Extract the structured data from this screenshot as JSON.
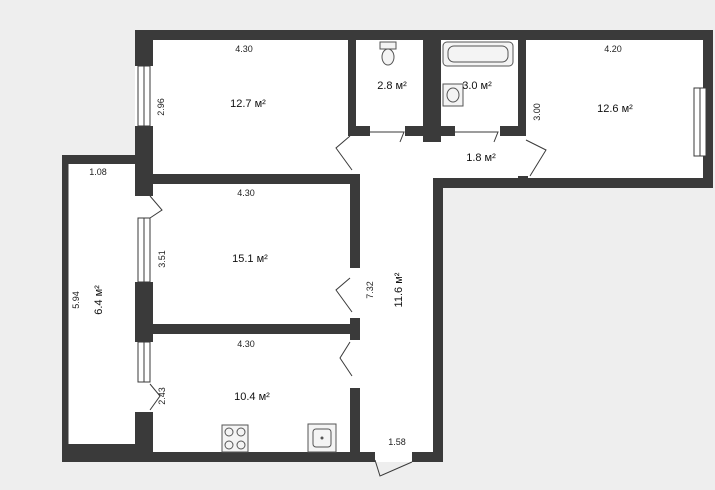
{
  "plan": {
    "rooms": [
      {
        "id": "room-top-left",
        "area": "12.7 м²",
        "width": "4.30",
        "height": "2.96"
      },
      {
        "id": "toilet",
        "area": "2.8 м²"
      },
      {
        "id": "bathroom",
        "area": "3.0 м²"
      },
      {
        "id": "room-top-right",
        "area": "12.6 м²",
        "width": "4.20",
        "height": "3.00"
      },
      {
        "id": "small-hall",
        "area": "1.8 м²"
      },
      {
        "id": "room-middle",
        "area": "15.1 м²",
        "width": "4.30",
        "height": "3.51"
      },
      {
        "id": "room-bottom",
        "area": "10.4 м²",
        "width": "4.30",
        "height": "2.43"
      },
      {
        "id": "corridor",
        "area": "11.6 м²",
        "length": "7.32",
        "width": "1.58"
      },
      {
        "id": "balcony",
        "area": "6.4 м²",
        "length": "5.94",
        "width": "1.08"
      }
    ]
  }
}
